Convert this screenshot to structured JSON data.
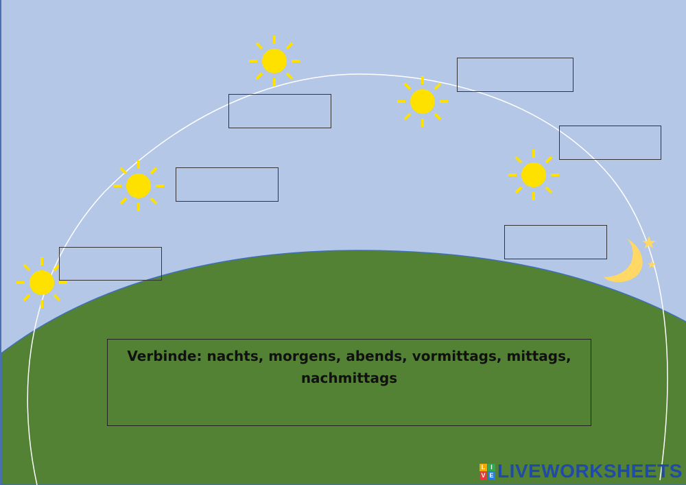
{
  "instruction": {
    "line1": "Verbinde: nachts, morgens, abends, vormittags, mittags,",
    "line2": "nachmittags"
  },
  "answer_fields": [
    {
      "value": ""
    },
    {
      "value": ""
    },
    {
      "value": ""
    },
    {
      "value": ""
    },
    {
      "value": ""
    },
    {
      "value": ""
    }
  ],
  "icons": [
    "sun-icon",
    "sun-icon",
    "sun-icon",
    "sun-icon",
    "sun-icon",
    "moon-icon",
    "star-icon"
  ],
  "brand": {
    "logo_letters": [
      "L",
      "I",
      "V",
      "E"
    ],
    "name": "LIVEWORKSHEETS"
  },
  "colors": {
    "sky": "#b4c7e7",
    "grass": "#538135",
    "sun": "#ffe100",
    "moon": "#ffd866",
    "arc": "#ffffff",
    "brand": "#1f4aa8"
  }
}
